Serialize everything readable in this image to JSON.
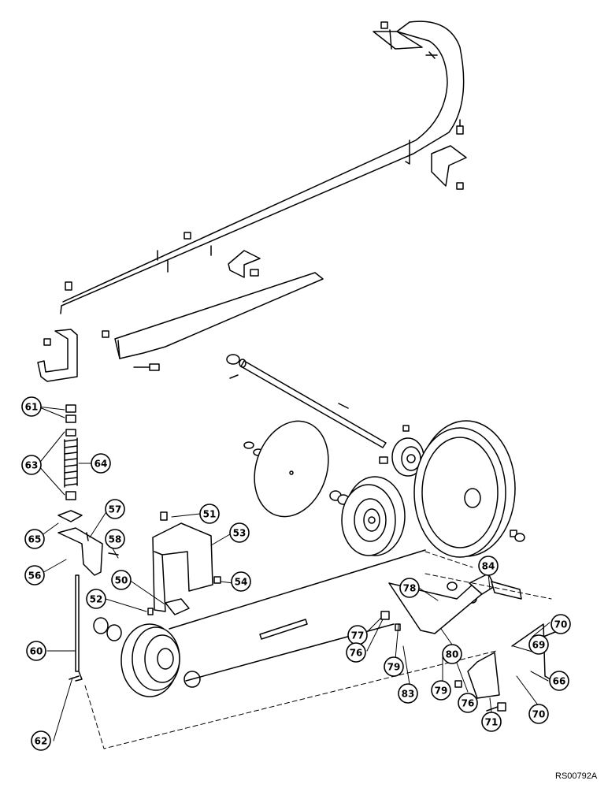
{
  "callouts": [
    {
      "id": "61",
      "label": "61"
    },
    {
      "id": "63",
      "label": "63"
    },
    {
      "id": "64",
      "label": "64"
    },
    {
      "id": "65",
      "label": "65"
    },
    {
      "id": "56",
      "label": "56"
    },
    {
      "id": "57",
      "label": "57"
    },
    {
      "id": "58",
      "label": "58"
    },
    {
      "id": "51",
      "label": "51"
    },
    {
      "id": "53",
      "label": "53"
    },
    {
      "id": "50",
      "label": "50"
    },
    {
      "id": "52",
      "label": "52"
    },
    {
      "id": "54",
      "label": "54"
    },
    {
      "id": "60",
      "label": "60"
    },
    {
      "id": "62",
      "label": "62"
    },
    {
      "id": "84",
      "label": "84"
    },
    {
      "id": "78",
      "label": "78"
    },
    {
      "id": "70a",
      "label": "70"
    },
    {
      "id": "69",
      "label": "69"
    },
    {
      "id": "77",
      "label": "77"
    },
    {
      "id": "76a",
      "label": "76"
    },
    {
      "id": "79a",
      "label": "79"
    },
    {
      "id": "80",
      "label": "80"
    },
    {
      "id": "83",
      "label": "83"
    },
    {
      "id": "79b",
      "label": "79"
    },
    {
      "id": "76b",
      "label": "76"
    },
    {
      "id": "66",
      "label": "66"
    },
    {
      "id": "71",
      "label": "71"
    },
    {
      "id": "70b",
      "label": "70"
    }
  ],
  "reference_code": "RS00792A"
}
